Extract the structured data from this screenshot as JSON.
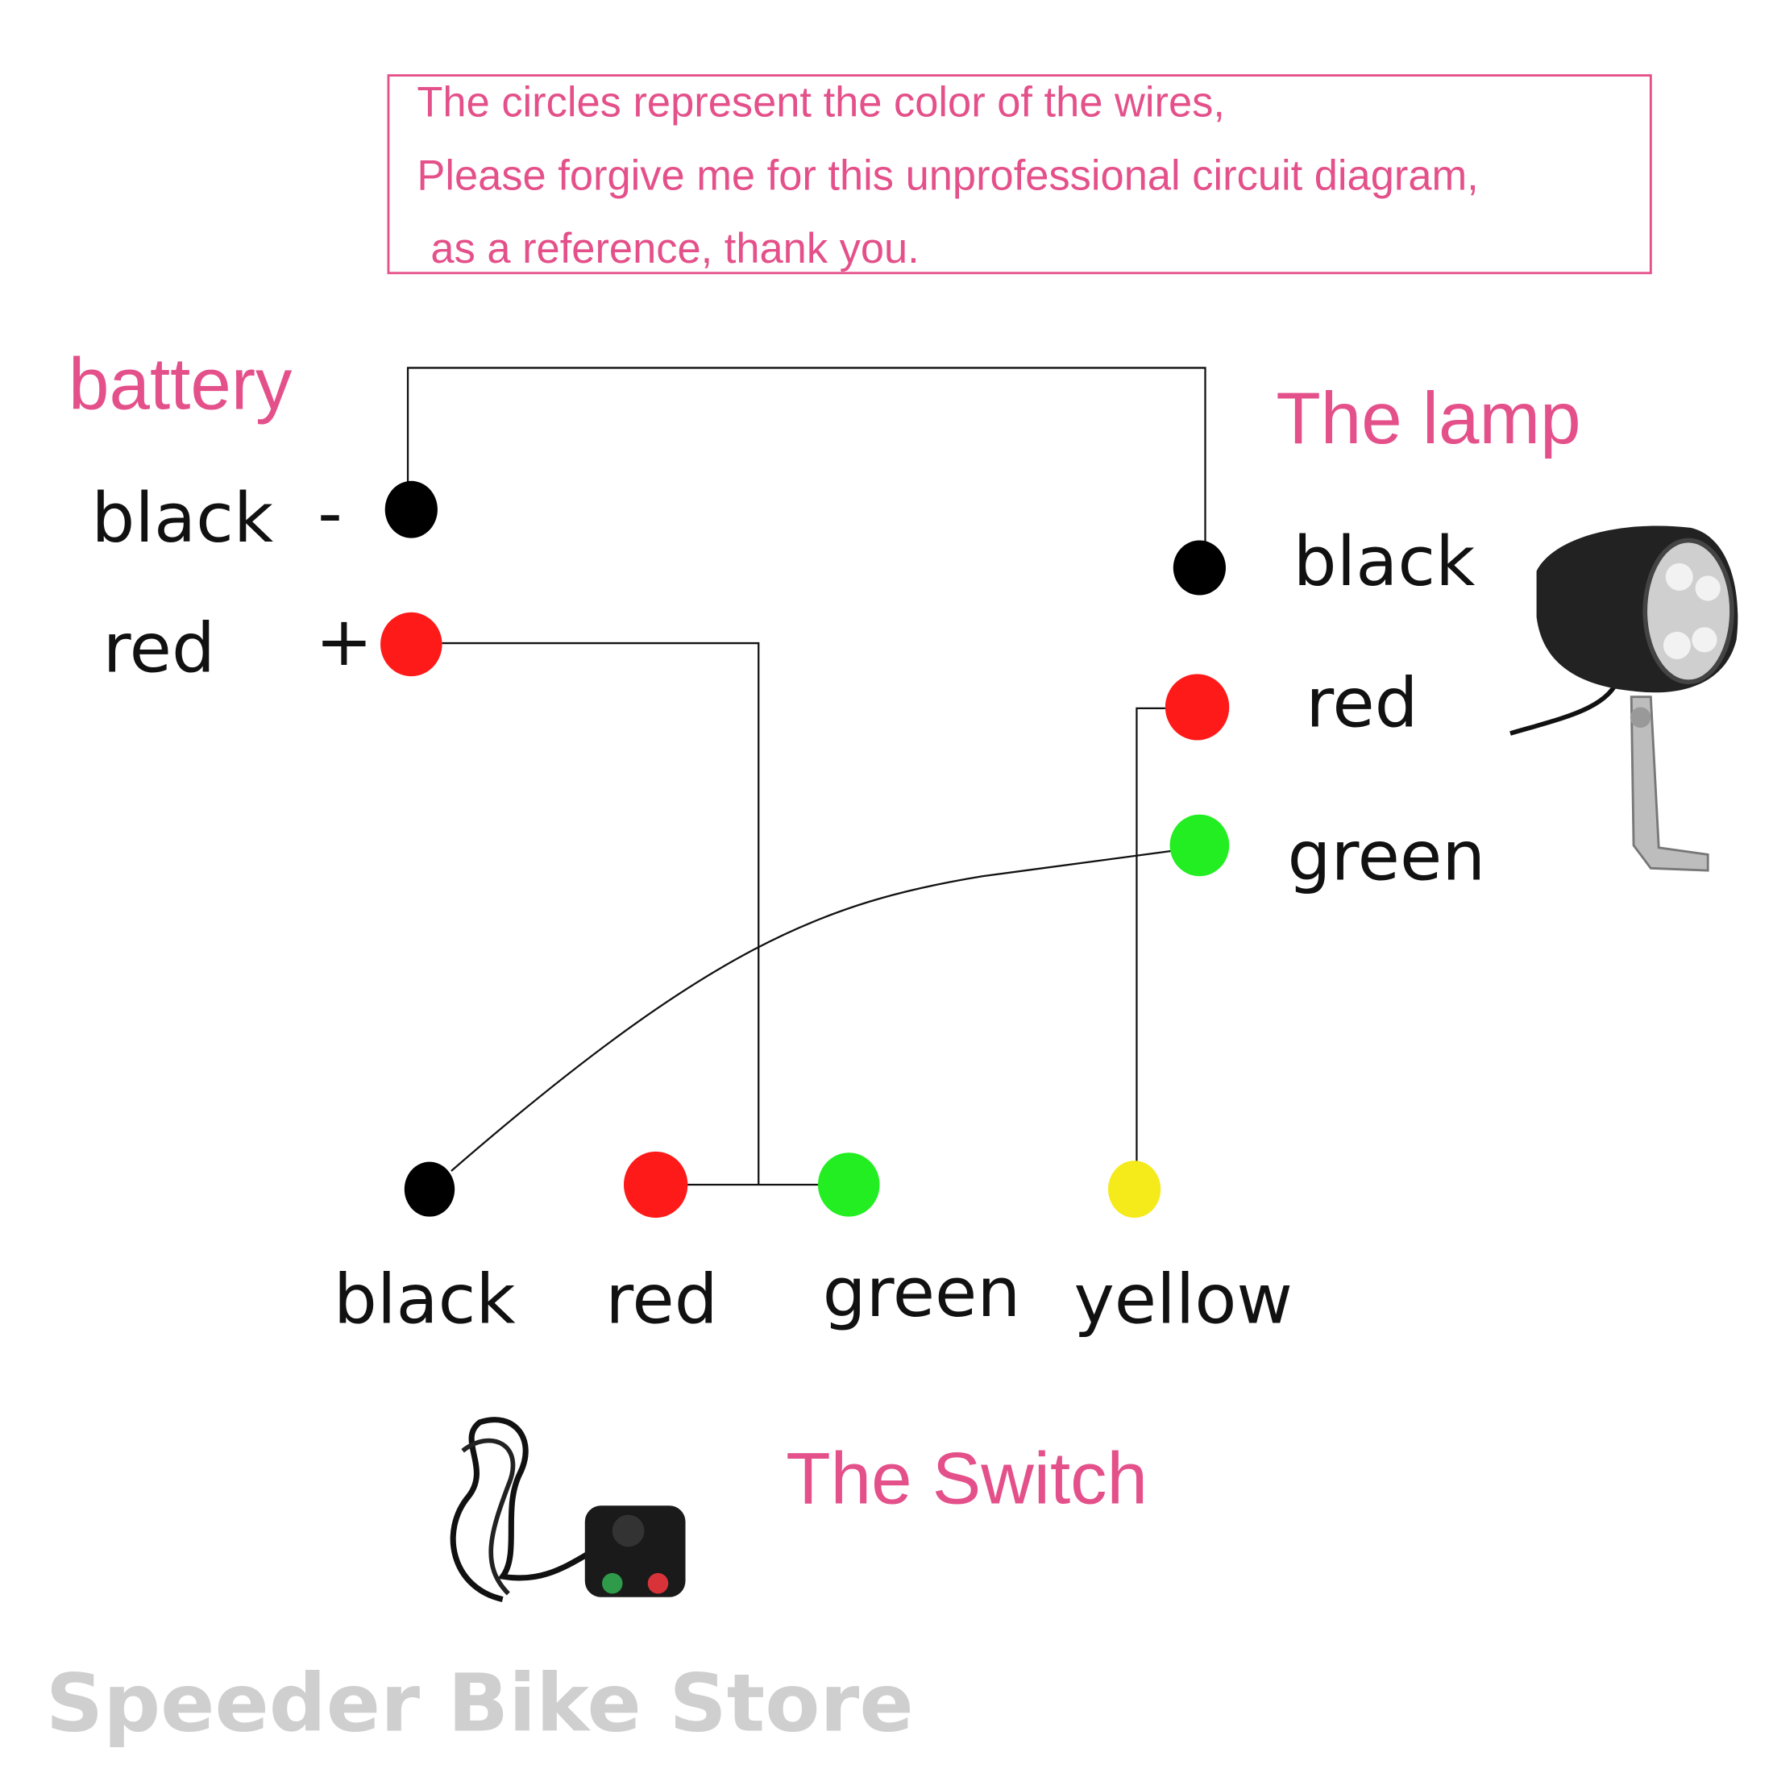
{
  "note": {
    "lines": [
      "The circles represent the color of the wires,",
      "Please forgive me for this unprofessional circuit diagram,",
      "as a reference, thank you."
    ]
  },
  "battery": {
    "title": "battery",
    "wires": [
      {
        "label": "black",
        "sign": "-",
        "color": "#000000"
      },
      {
        "label": "red",
        "sign": "+",
        "color": "#ff1a1a"
      }
    ]
  },
  "lamp": {
    "title": "The lamp",
    "wires": [
      {
        "label": "black",
        "color": "#000000"
      },
      {
        "label": "red",
        "color": "#ff1a1a"
      },
      {
        "label": "green",
        "color": "#22ee22"
      }
    ]
  },
  "switch": {
    "title": "The Switch",
    "wires": [
      {
        "label": "black",
        "color": "#000000"
      },
      {
        "label": "red",
        "color": "#ff1a1a"
      },
      {
        "label": "green",
        "color": "#22ee22"
      },
      {
        "label": "yellow",
        "color": "#f5ea1a"
      }
    ]
  },
  "watermark": "Speeder Bike Store",
  "accent_color": "#e4508a"
}
